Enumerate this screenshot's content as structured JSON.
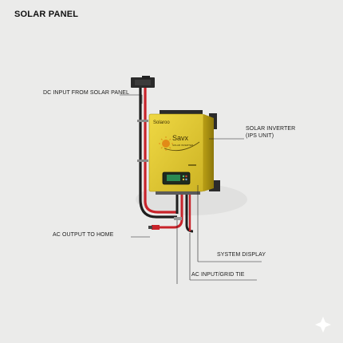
{
  "title": "SOLAR PANEL",
  "labels": {
    "dc_input": "DC INPUT FROM SOLAR PANEL",
    "inverter_line1": "SOLAR INVERTER",
    "inverter_line2": "(IPS UNIT)",
    "ac_output": "AC OUTPUT TO HOME",
    "system_display": "SYSTEM DISPLAY",
    "ac_input": "AC INPUT/GRID TIE"
  },
  "device": {
    "brand_small": "Solaroo",
    "brand_logo": "Savx",
    "brand_tagline": "SOLAR INVERTER"
  },
  "colors": {
    "inverter_yellow": "#e3cb32",
    "cable_red": "#c8232a",
    "cable_black": "#1e1e1e",
    "background": "#ebebea"
  }
}
